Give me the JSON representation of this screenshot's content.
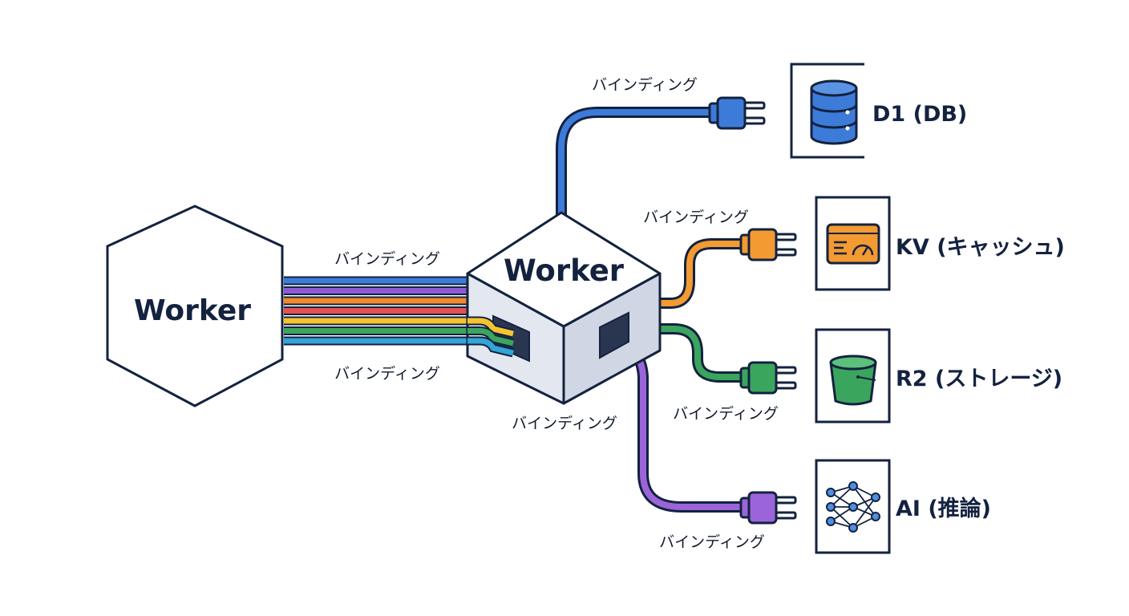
{
  "diagram": {
    "source_worker": {
      "label": "Worker"
    },
    "hub_worker": {
      "label": "Worker"
    },
    "binding_label": "バインディング",
    "left_binding_labels": {
      "top": "バインディング",
      "bottom": "バインディング"
    },
    "hub_binding_label": "バインディング",
    "bundle_colors": [
      "#3d7bd9",
      "#8d5bd6",
      "#f08a2c",
      "#e55151",
      "#f4c430",
      "#3aa55d",
      "#33a3d8"
    ],
    "services": [
      {
        "key": "d1",
        "label": "D1 (DB)",
        "binding_label": "バインディング",
        "color": "#3d7bd9",
        "icon": "database-icon"
      },
      {
        "key": "kv",
        "label": "KV (キャッシュ)",
        "binding_label": "バインディング",
        "color": "#f39a32",
        "icon": "cache-gauge-icon"
      },
      {
        "key": "r2",
        "label": "R2 (ストレージ)",
        "binding_label": "バインディング",
        "color": "#3aa55d",
        "icon": "bucket-icon"
      },
      {
        "key": "ai",
        "label": "AI (推論)",
        "binding_label": "バインディング",
        "color": "#9b64d9",
        "icon": "neural-network-icon"
      }
    ]
  }
}
